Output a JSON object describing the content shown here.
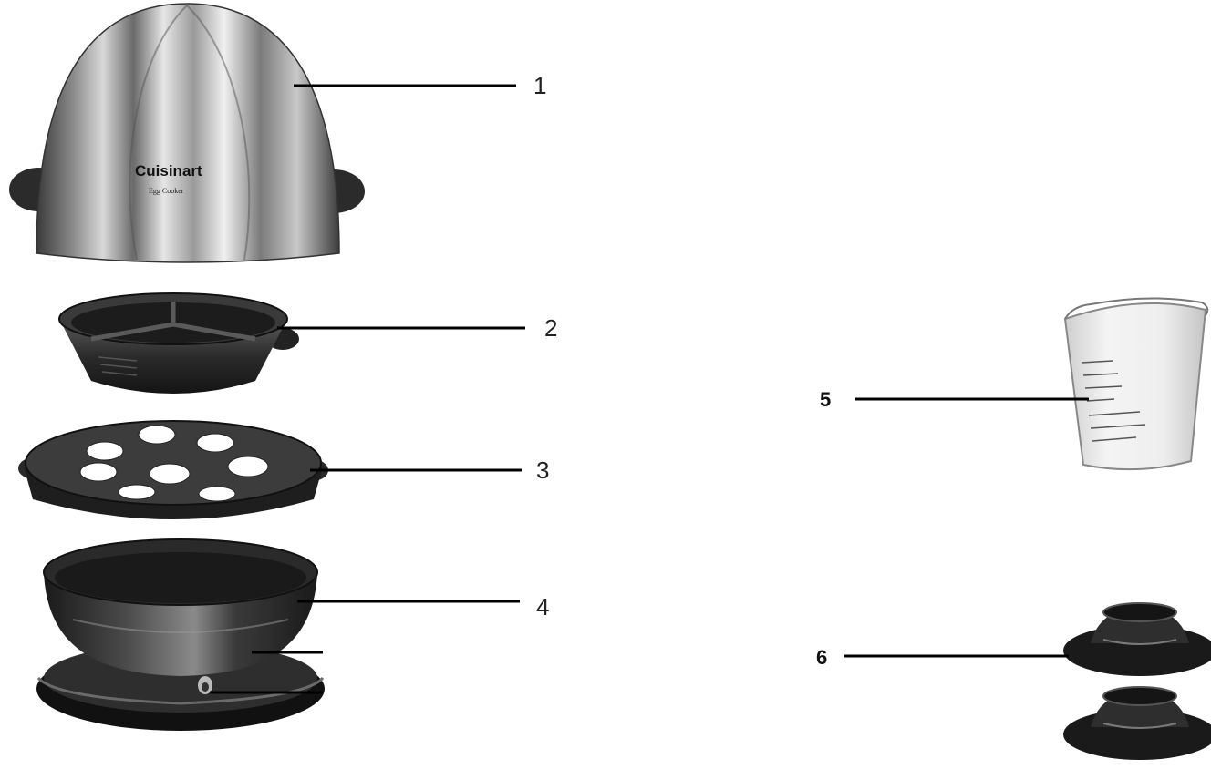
{
  "diagram": {
    "brand_logo_text": "Cuisinart",
    "product_logo_text": "Egg Cooker",
    "parts": [
      {
        "number": "1",
        "component": "dome-cover"
      },
      {
        "number": "2",
        "component": "poaching-tray"
      },
      {
        "number": "3",
        "component": "egg-rack"
      },
      {
        "number": "4",
        "component": "heating-base"
      },
      {
        "number": "5",
        "component": "measuring-cup"
      },
      {
        "number": "6",
        "component": "egg-holders"
      }
    ]
  }
}
